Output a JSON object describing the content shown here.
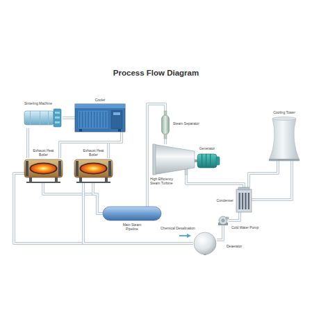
{
  "diagram": {
    "title": "Process Flow Diagram",
    "nodes": [
      {
        "text": [
          "Sintering Machine"
        ]
      },
      {
        "text": [
          "Cooler"
        ]
      },
      {
        "text": [
          "Cooling Tower"
        ]
      },
      {
        "text": [
          "Steam Separator"
        ]
      },
      {
        "text": [
          "Exhaust Heat Boiler"
        ]
      },
      {
        "text": [
          "Exhaust Heat Boiler"
        ]
      },
      {
        "text": [
          "Generator"
        ]
      },
      {
        "text": [
          "High Efficiency Steam Turbine"
        ]
      },
      {
        "text": [
          "Condenser"
        ]
      },
      {
        "text": [
          "Main Steam Pipeline"
        ]
      },
      {
        "text": [
          "Cold Water Pump"
        ]
      },
      {
        "text": [
          "Deaerator"
        ]
      }
    ],
    "edges": [
      {
        "from": 0,
        "to": 1,
        "arrow": "none"
      },
      {
        "from": 1,
        "to": 5,
        "arrow": "none"
      },
      {
        "from": 1,
        "to": 4,
        "arrow": "none"
      },
      {
        "from": 0,
        "to": 4,
        "arrow": "none"
      },
      {
        "from": 4,
        "to": 9,
        "arrow": "none"
      },
      {
        "from": 5,
        "to": 9,
        "arrow": "none"
      },
      {
        "from": 9,
        "to": 3,
        "arrow": "none"
      },
      {
        "from": 3,
        "to": 7,
        "arrow": "none"
      },
      {
        "from": 7,
        "to": 8,
        "arrow": "none"
      },
      {
        "from": 8,
        "to": 2,
        "arrow": "none"
      },
      {
        "from": 2,
        "to": 8,
        "arrow": "none"
      },
      {
        "from": 8,
        "to": 10,
        "arrow": "none"
      },
      {
        "from": 10,
        "to": 11,
        "arrow": "none"
      },
      {
        "from": 11,
        "to": 4,
        "arrow": "none"
      },
      {
        "from": 11,
        "to": 5,
        "arrow": "none"
      }
    ],
    "labels": [
      "Chemical Desalination"
    ]
  }
}
